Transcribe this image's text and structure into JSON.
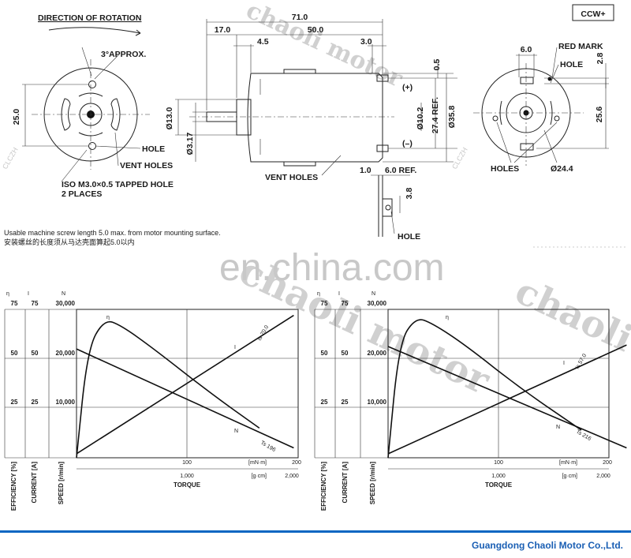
{
  "watermark": {
    "brand": "chaoli motor",
    "url": "en.china.com",
    "mark": "CLCZH"
  },
  "badge": {
    "label": "CCW+"
  },
  "front_view": {
    "title": "DIRECTION OF ROTATION",
    "approx": "3°APPROX.",
    "dim_25": "25.0",
    "dim_317": "Ø3.17",
    "labels": {
      "hole": "HOLE",
      "vent": "VENT HOLES",
      "iso": "ISO M3.0×0.5 TAPPED HOLE",
      "places": "2 PLACES"
    }
  },
  "side_view": {
    "dims": {
      "d710": "71.0",
      "d170": "17.0",
      "d500": "50.0",
      "d45": "4.5",
      "d30": "3.0",
      "d05": "0.5",
      "d130": "Ø13.0",
      "d102": "Ø10.2",
      "d274": "27.4 REF.",
      "d358": "Ø35.8"
    },
    "plus": "(+)",
    "minus": "(–)",
    "vent": "VENT HOLES"
  },
  "terminal": {
    "d10": "1.0",
    "d60": "6.0 REF.",
    "d38": "3.8",
    "hole": "HOLE"
  },
  "rear_view": {
    "d60": "6.0",
    "red_mark": "RED MARK",
    "hole": "HOLE",
    "d28": "2.8",
    "d256": "25.6",
    "holes": "HOLES",
    "d244": "Ø24.4"
  },
  "notes": {
    "en": "Usable machine screw length 5.0 max. from motor mounting surface.",
    "zh": "安装螺丝的长度须从马达壳面算起5.0以内"
  },
  "axes": {
    "eta": "η",
    "i": "I",
    "n": "N",
    "eff_ticks": [
      "75",
      "50",
      "25"
    ],
    "cur_ticks": [
      "75",
      "50",
      "25"
    ],
    "speed_ticks": [
      "30,000",
      "20,000",
      "10,000"
    ],
    "eff_label": "EFFICIENCY [%]",
    "cur_label": "CURRENT [A]",
    "speed_label": "SPEED [r/min]",
    "mnm_ticks": [
      "100",
      "200"
    ],
    "mnm_unit": "[mN·m]",
    "gcm_ticks": [
      "1,000",
      "2,000"
    ],
    "gcm_unit": "[g·cm]",
    "torque": "TORQUE"
  },
  "chart_data": [
    {
      "type": "line",
      "x_unit": "mN·m",
      "xlim": [
        0,
        200
      ],
      "series": [
        {
          "name": "η",
          "points": [
            [
              0,
              0
            ],
            [
              10,
              55
            ],
            [
              25,
              70
            ],
            [
              40,
              67
            ],
            [
              70,
              55
            ],
            [
              120,
              33
            ],
            [
              165,
              15
            ]
          ]
        },
        {
          "name": "I",
          "points": [
            [
              0,
              2
            ],
            [
              196,
              72
            ]
          ],
          "end_label": "Is 70.0"
        },
        {
          "name": "N",
          "points": [
            [
              0,
              22000
            ],
            [
              196,
              2000
            ]
          ],
          "end_label": "Ts 196"
        }
      ]
    },
    {
      "type": "line",
      "x_unit": "mN·m",
      "xlim": [
        0,
        200
      ],
      "series": [
        {
          "name": "η",
          "points": [
            [
              0,
              0
            ],
            [
              10,
              58
            ],
            [
              25,
              71
            ],
            [
              40,
              68
            ],
            [
              70,
              57
            ],
            [
              120,
              35
            ],
            [
              175,
              14
            ]
          ]
        },
        {
          "name": "I",
          "points": [
            [
              0,
              2
            ],
            [
              216,
              57
            ]
          ],
          "end_label": "Is 57.0"
        },
        {
          "name": "N",
          "points": [
            [
              0,
              22500
            ],
            [
              216,
              2000
            ]
          ],
          "end_label": "Ts 216"
        }
      ]
    }
  ],
  "footer": {
    "company": "Guangdong Chaoli Motor Co.,Ltd."
  }
}
